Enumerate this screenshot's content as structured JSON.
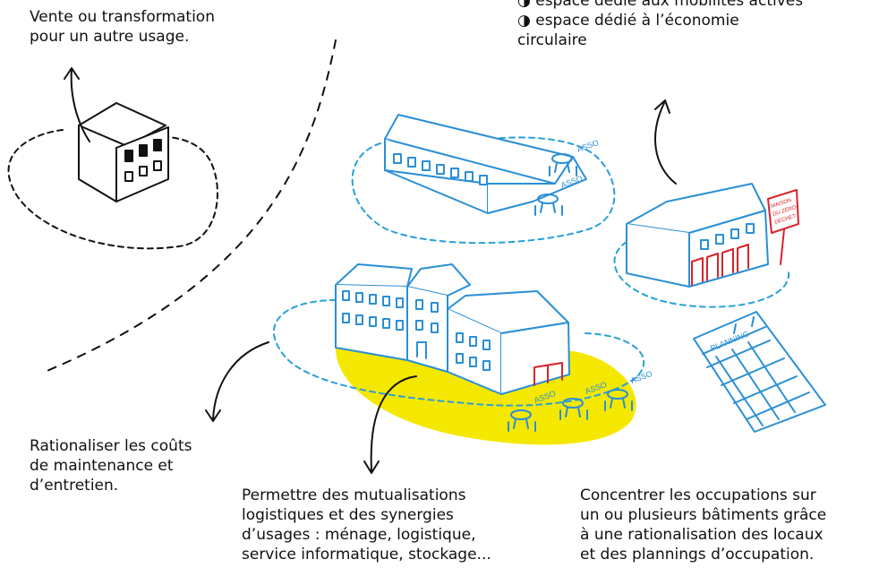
{
  "captions": {
    "top_left": [
      "Vente ou transformation",
      "pour un autre usage."
    ],
    "top_right": [
      "◑ espace dédié aux mobilités actives",
      "◑ espace dédié à l’économie",
      "circulaire"
    ],
    "left": [
      "Rationaliser les coûts",
      "de maintenance et",
      "d’entretien."
    ],
    "bottom_center": [
      "Permettre des mutualisations",
      "logistiques et des synergies",
      "d’usages : ménage, logistique,",
      "service informatique, stockage..."
    ],
    "bottom_right": [
      "Concentrer les occupations sur",
      "un ou plusieurs bâtiments grâce",
      "à une rationalisation des locaux",
      "et des plannings d’occupation."
    ]
  },
  "labels": {
    "asso": "ASSO",
    "sign": [
      "MAISON",
      "DU ZÉRO",
      "DÉCHET"
    ],
    "planning": "PLANNING"
  },
  "colors": {
    "ink": "#111111",
    "building_blue": "#2a8fd6",
    "dash_blue": "#2aa0d8",
    "yellow_area": "#f5e800",
    "red_accent": "#d8232a"
  }
}
